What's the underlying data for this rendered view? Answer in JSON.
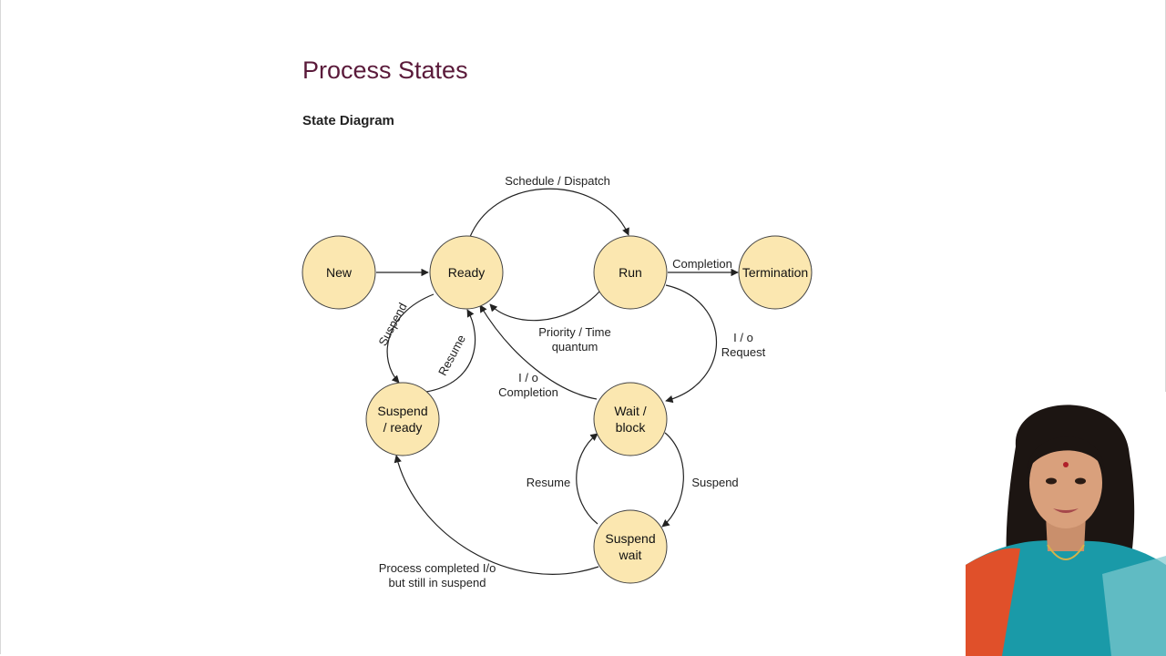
{
  "page": {
    "title": "Process States",
    "subtitle": "State Diagram"
  },
  "diagram": {
    "nodes": {
      "new": "New",
      "ready": "Ready",
      "run": "Run",
      "termination": "Termination",
      "suspend_ready_l1": "Suspend",
      "suspend_ready_l2": "/ ready",
      "wait_block_l1": "Wait /",
      "wait_block_l2": "block",
      "suspend_wait_l1": "Suspend",
      "suspend_wait_l2": "wait"
    },
    "edges": {
      "schedule_dispatch": "Schedule / Dispatch",
      "completion": "Completion",
      "priority_l1": "Priority / Time",
      "priority_l2": "quantum",
      "io_request_l1": "I / o",
      "io_request_l2": "Request",
      "io_completion_l1": "I / o",
      "io_completion_l2": "Completion",
      "suspend_left": "Suspend",
      "resume_left": "Resume",
      "resume_right": "Resume",
      "suspend_right": "Suspend",
      "process_completed_l1": "Process completed I/o",
      "process_completed_l2": "but still in suspend"
    },
    "colors": {
      "node_fill": "#fbe7b0",
      "title_color": "#5a1a3a"
    }
  }
}
